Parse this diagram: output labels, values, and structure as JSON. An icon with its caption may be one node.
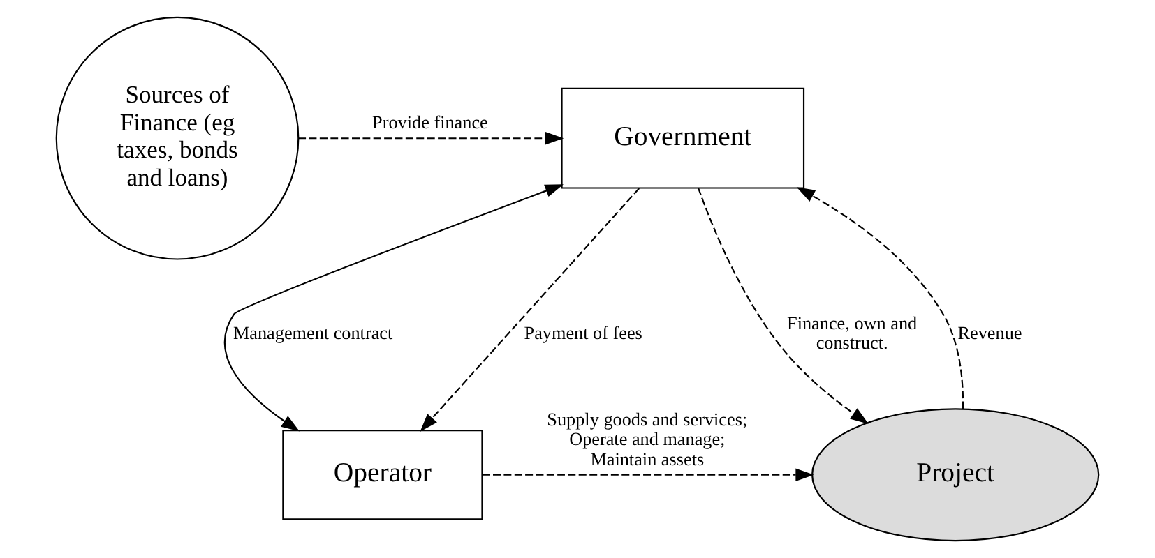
{
  "diagram": {
    "nodes": [
      {
        "text": [
          "Government"
        ]
      },
      {
        "text": [
          "Sources of Finance (eg taxes, bonds and loans)"
        ]
      },
      {
        "text": [
          "Project"
        ]
      },
      {
        "text": [
          "Operator"
        ]
      }
    ],
    "edges": [
      {
        "from": 1,
        "to": 0,
        "arrow": "to",
        "style": "dashed",
        "label": "Provide finance"
      },
      {
        "from": 0,
        "to": 2,
        "arrow": "to",
        "style": "dashed",
        "label": "Finance, own and construct."
      },
      {
        "from": 2,
        "to": 0,
        "arrow": "to",
        "style": "dashed",
        "label": "Revenue"
      },
      {
        "from": 0,
        "to": 3,
        "arrow": "both",
        "label": "Management contract"
      },
      {
        "from": 0,
        "to": 3,
        "arrow": "to",
        "style": "dashed",
        "label": "Payment of fees"
      },
      {
        "from": 3,
        "to": 2,
        "arrow": "to",
        "style": "dashed",
        "label": "Supply goods and services; Operate and manage; Maintain assets"
      }
    ]
  }
}
